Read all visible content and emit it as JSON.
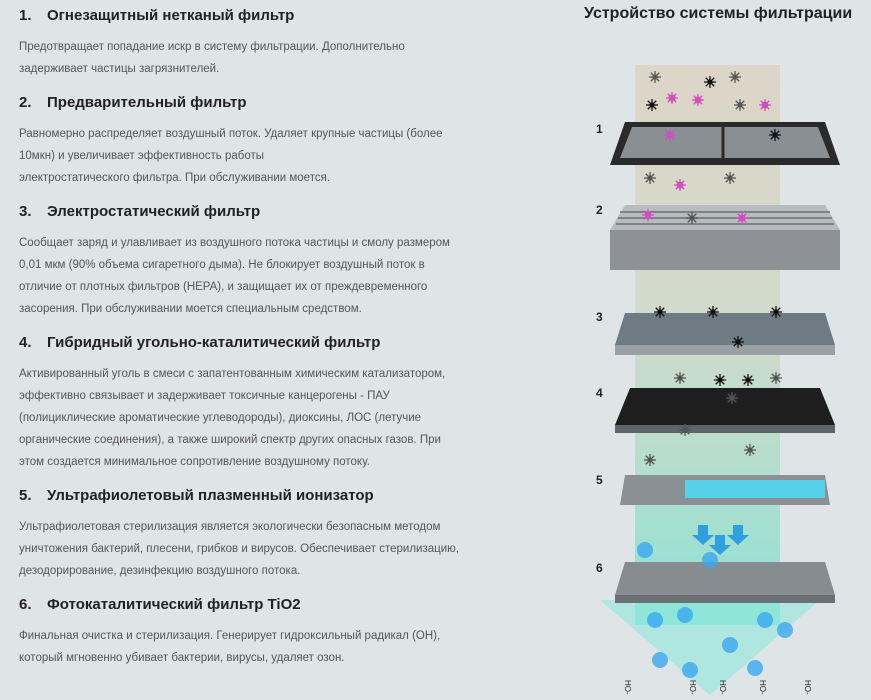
{
  "diagram_title": "Устройство системы фильтрации",
  "sections": [
    {
      "num": "1.",
      "title": "Огнезащитный нетканый фильтр",
      "lines": [
        "Предотвращает попадание искр в систему фильтрации. Дополнительно",
        "задерживает частицы загрязнителей."
      ]
    },
    {
      "num": "2.",
      "title": "Предварительный фильтр",
      "lines": [
        "Равномерно распределяет воздушный поток. Удаляет крупные частицы (более",
        "10мкн) и увеличивает эффективность работы",
        "электростатического фильтра. При обслуживании моется."
      ]
    },
    {
      "num": "3.",
      "title": "Электростатический фильтр",
      "lines": [
        "Сообщает заряд и улавливает из воздушного потока частицы и смолу размером",
        "0,01 мкм (90% объема сигаретного дыма). Не блокирует воздушный поток в",
        "отличие от плотных фильтров (HEPA), и защищает их от преждевременного",
        "засорения. При обслуживании моется специальным средством."
      ]
    },
    {
      "num": "4.",
      "title": "Гибридный угольно-каталитический фильтр",
      "lines": [
        "Активированный уголь в смеси с запатентованным химическим катализатором,",
        "эффективно связывает и задерживает токсичные канцерогены - ПАУ",
        "(полициклические ароматические углеводороды), диоксины, ЛОС (летучие",
        "органические соединения), а также широкий спектр других опасных газов. При",
        "этом создается минимальное сопротивление воздушному потоку."
      ]
    },
    {
      "num": "5.",
      "title": "Ультрафиолетовый плазменный ионизатор",
      "lines": [
        "Ультрафиолетовая стерилизация является экологически безопасным методом",
        "уничтожения бактерий, плесени, грибков и вирусов. Обеспечивает стерилизацию,",
        "дезодорирование, дезинфекцию воздушного потока."
      ]
    },
    {
      "num": "6.",
      "title": "Фотокаталитический фильтр TiO2",
      "lines": [
        "Финальная очистка и стерилизация. Генерирует гидроксильный радикал (OH),",
        "который мгновенно убивает бактерии, вирусы, удаляет озон."
      ]
    }
  ],
  "diagram_labels": [
    "1",
    "2",
    "3",
    "4",
    "5",
    "6"
  ],
  "molecule_label": "HO-",
  "colors": {
    "background": "#dfe4e7",
    "beam_top": "#d9c6a8",
    "beam_bottom": "#8fe0d0",
    "uv": "#4fd8f0",
    "particle_pink": "#d050c0"
  }
}
